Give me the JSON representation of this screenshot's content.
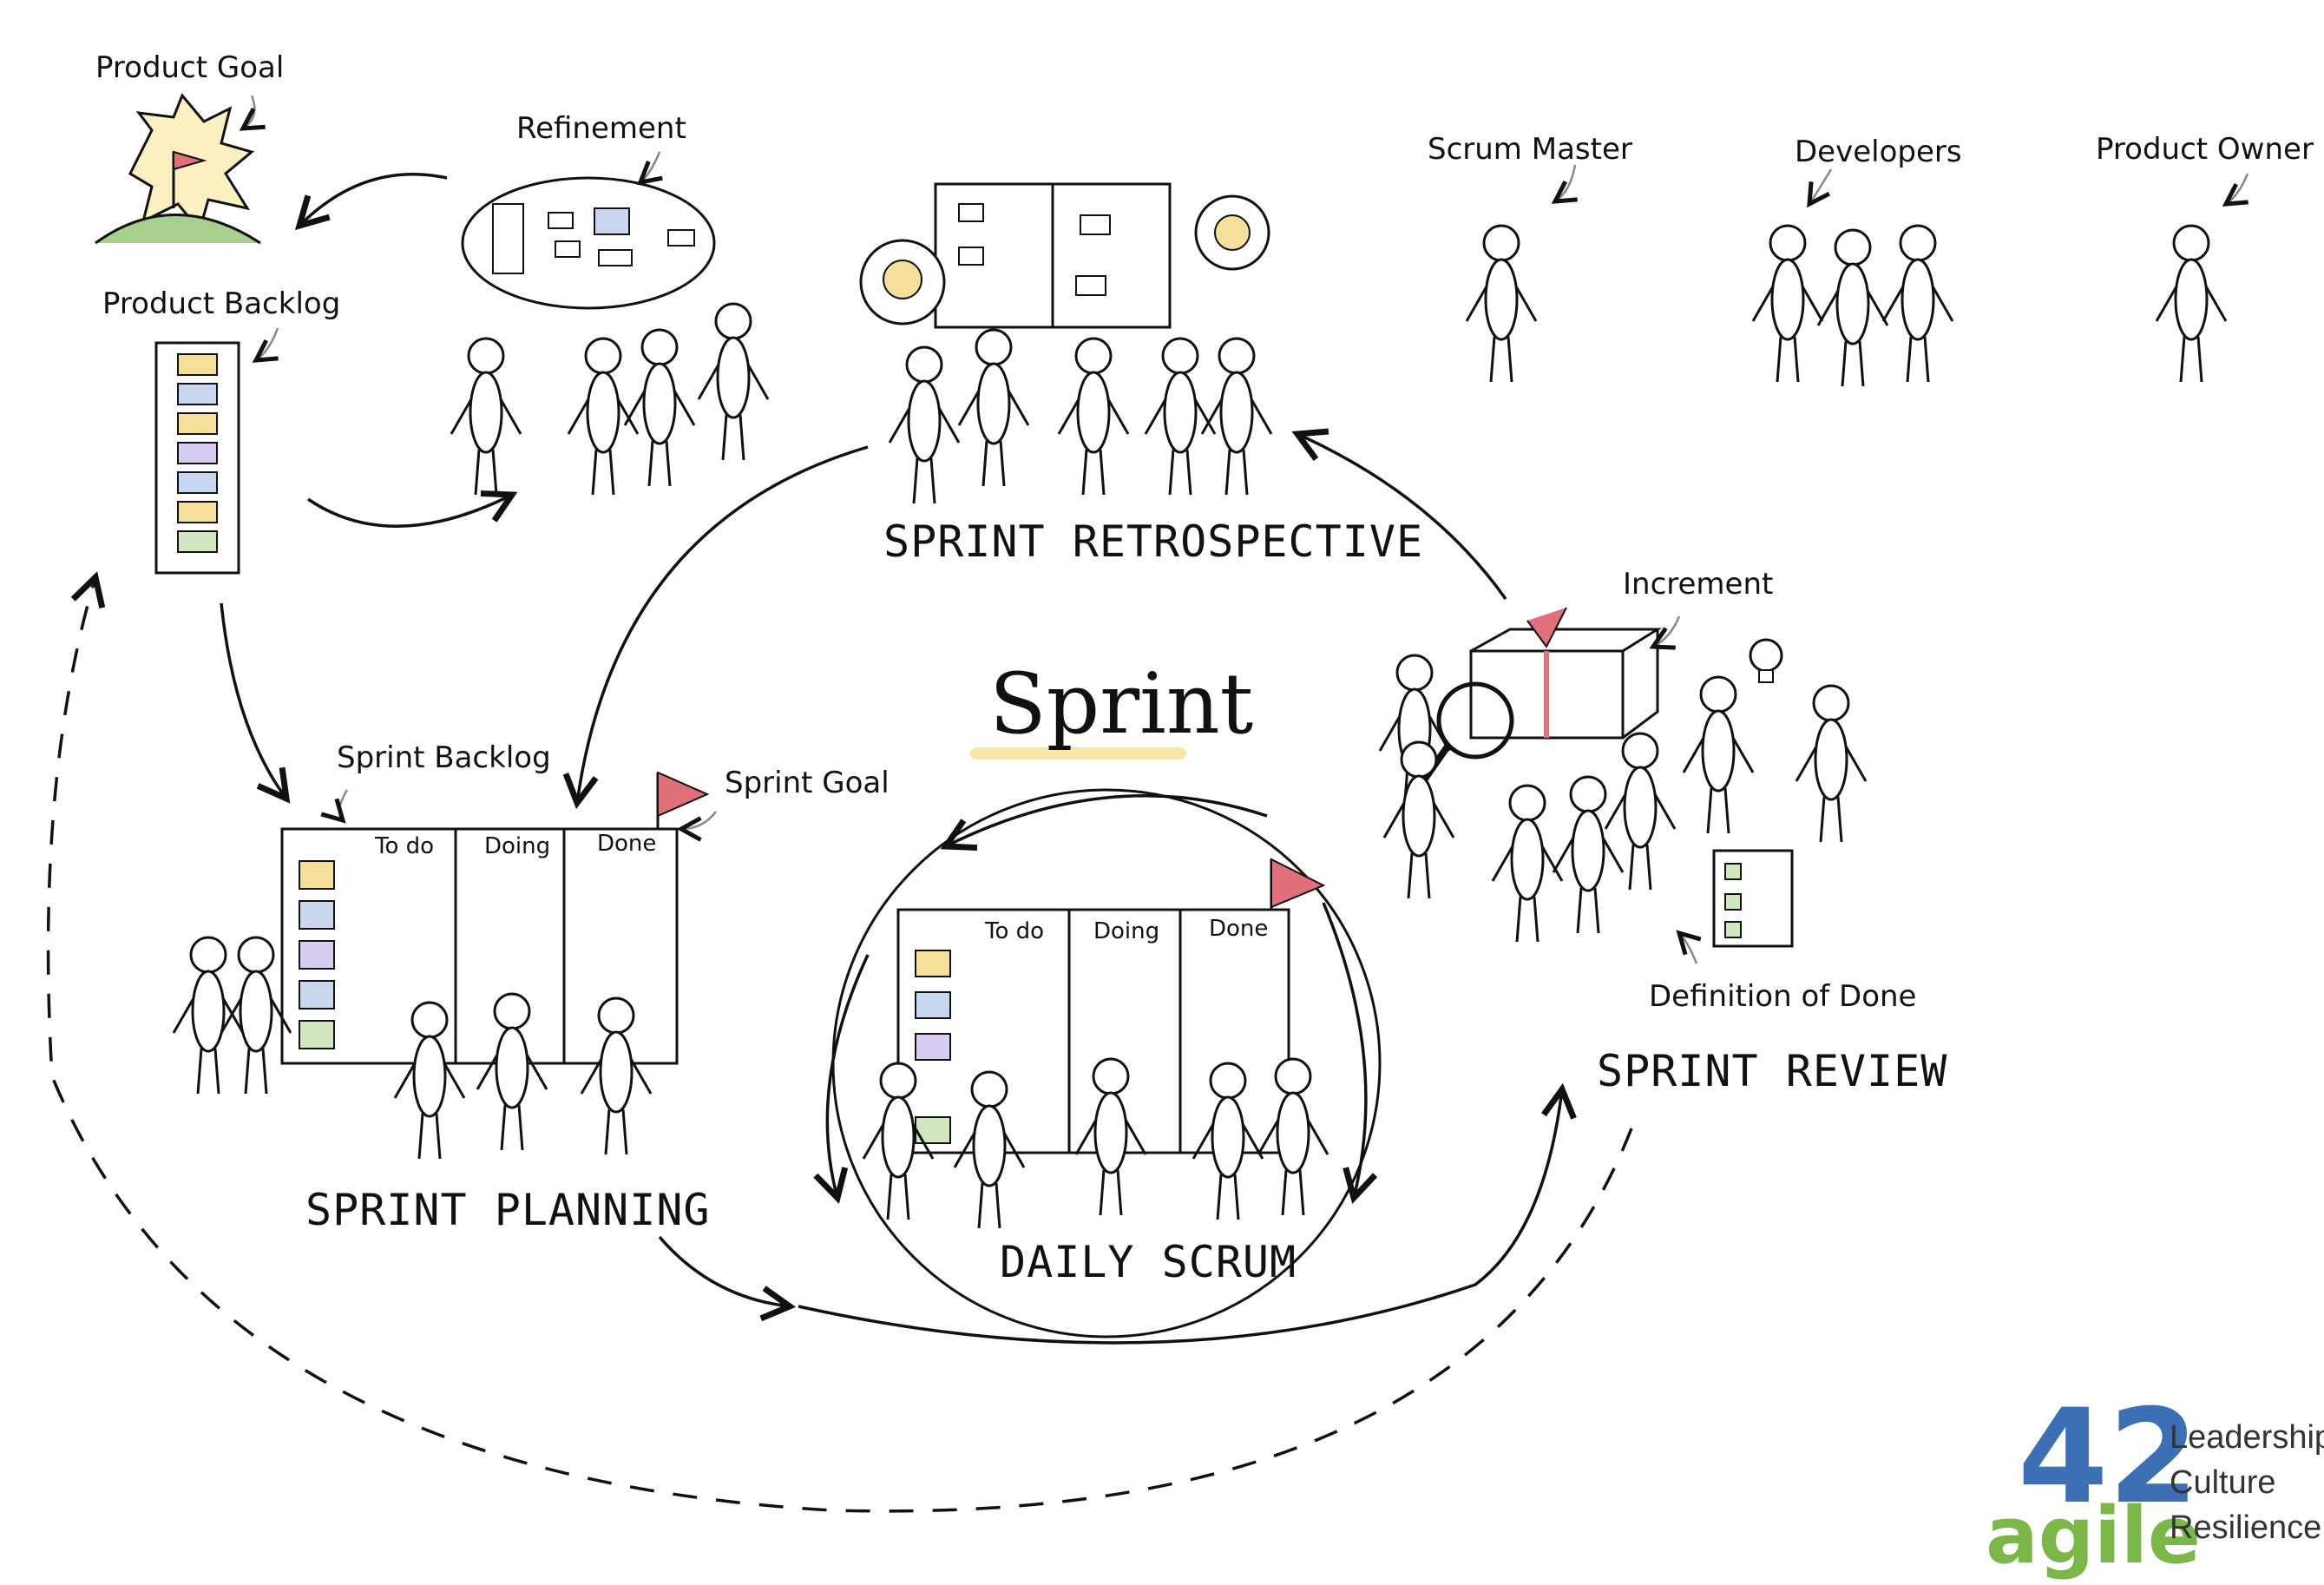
{
  "labels": {
    "product_goal": "Product Goal",
    "product_backlog": "Product Backlog",
    "refinement": "Refinement",
    "sprint_retrospective": "SPRINT RETROSPECTIVE",
    "scrum_master": "Scrum Master",
    "developers": "Developers",
    "product_owner": "Product Owner",
    "increment": "Increment",
    "sprint": "Sprint",
    "sprint_backlog": "Sprint Backlog",
    "sprint_goal": "Sprint Goal",
    "sprint_planning": "SPRINT PLANNING",
    "daily_scrum": "DAILY SCRUM",
    "sprint_review": "SPRINT REVIEW",
    "definition_of_done": "Definition of Done"
  },
  "boards": {
    "planning": {
      "todo": "To do",
      "doing": "Doing",
      "done": "Done"
    },
    "daily": {
      "todo": "To do",
      "doing": "Doing",
      "done": "Done"
    }
  },
  "logo": {
    "number": "42",
    "word": "agile",
    "tagline": [
      "Leadership",
      "Culture",
      "Resilience"
    ]
  },
  "colors": {
    "ink": "#111111",
    "green": "#a7cf8e",
    "blue": "#3f79c2",
    "yellow": "#f6df9b",
    "purple": "#b69bd6",
    "flag_red": "#e0707a",
    "logo_blue": "#3c6fb4",
    "logo_green": "#7ab648",
    "sprint_underline": "#f7e6a8"
  }
}
